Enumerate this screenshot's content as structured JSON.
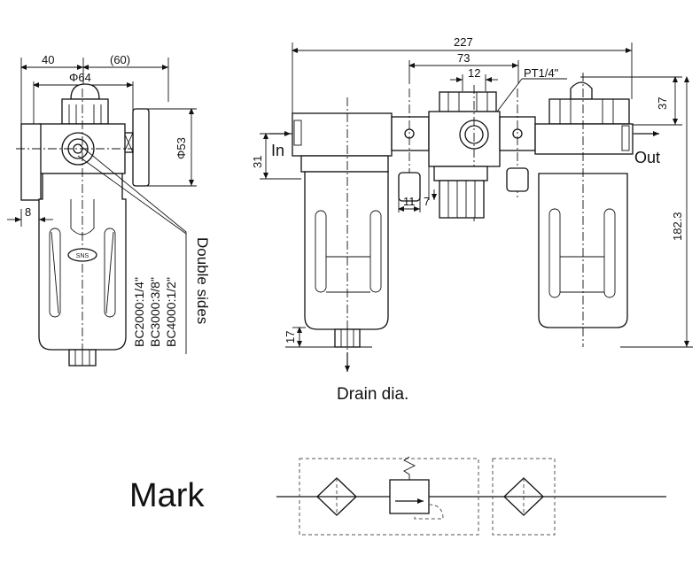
{
  "side_view": {
    "dims": {
      "d40": "40",
      "d60": "(60)",
      "d64": "Φ64",
      "d53": "Φ53",
      "d8": "8"
    },
    "badge": "SNS",
    "models": [
      "BC2000:1/4\"",
      "BC3000:3/8\"",
      "BC4000:1/2\""
    ],
    "double_sides": "Double sides"
  },
  "front_view": {
    "dims": {
      "d227": "227",
      "d73": "73",
      "d12": "12",
      "pt": "PT1/4\"",
      "d37": "37",
      "d31": "31",
      "d11": "11",
      "d7": "7",
      "d182": "182.3",
      "d17": "17"
    },
    "in_label": "In",
    "out_label": "Out",
    "drain_label": "Drain dia."
  },
  "mark": {
    "label": "Mark"
  }
}
